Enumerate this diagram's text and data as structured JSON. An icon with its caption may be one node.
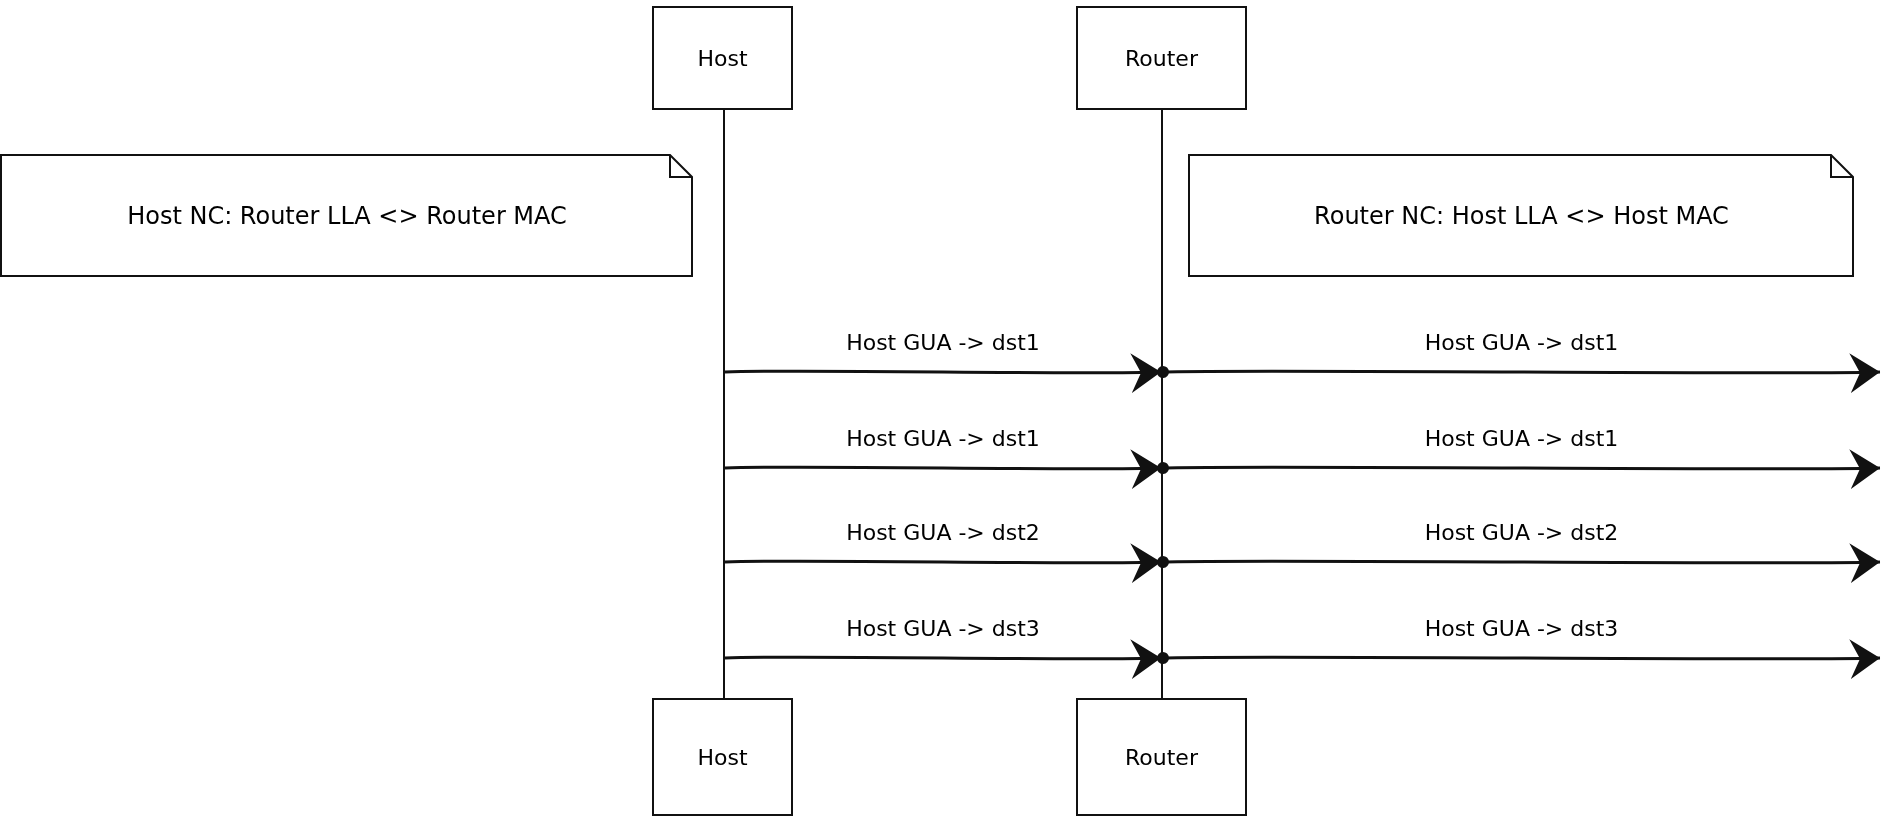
{
  "diagram": {
    "nodes": [
      {
        "text": [
          "Host"
        ]
      },
      {
        "text": [
          "Router"
        ]
      },
      {
        "text": [],
        "shape": "bar"
      },
      {
        "text": [],
        "shape": "bar"
      },
      {
        "text": [
          "Router NC: Host LLA <> Host MAC"
        ]
      },
      {
        "text": [
          "Host NC: Router LLA <> Router MAC"
        ]
      },
      {
        "text": [
          "Host"
        ]
      },
      {
        "text": [
          "Router"
        ]
      }
    ],
    "edges": [
      {
        "from": 2,
        "to": 3,
        "arrow": "to",
        "label": "Host GUA -> dst1"
      },
      {
        "from": 3,
        "to": null,
        "arrow": "to",
        "label": "Host GUA -> dst1"
      },
      {
        "from": 2,
        "to": 3,
        "arrow": "to",
        "label": "Host GUA -> dst1"
      },
      {
        "from": 3,
        "to": null,
        "arrow": "to",
        "label": "Host GUA -> dst1"
      },
      {
        "from": 2,
        "to": 3,
        "arrow": "to",
        "label": "Host GUA -> dst2"
      },
      {
        "from": 3,
        "to": null,
        "arrow": "to",
        "label": "Host GUA -> dst2"
      },
      {
        "from": 2,
        "to": 3,
        "arrow": "to",
        "label": "Host GUA -> dst3"
      },
      {
        "from": 3,
        "to": null,
        "arrow": "to",
        "label": "Host GUA -> dst3"
      }
    ]
  }
}
